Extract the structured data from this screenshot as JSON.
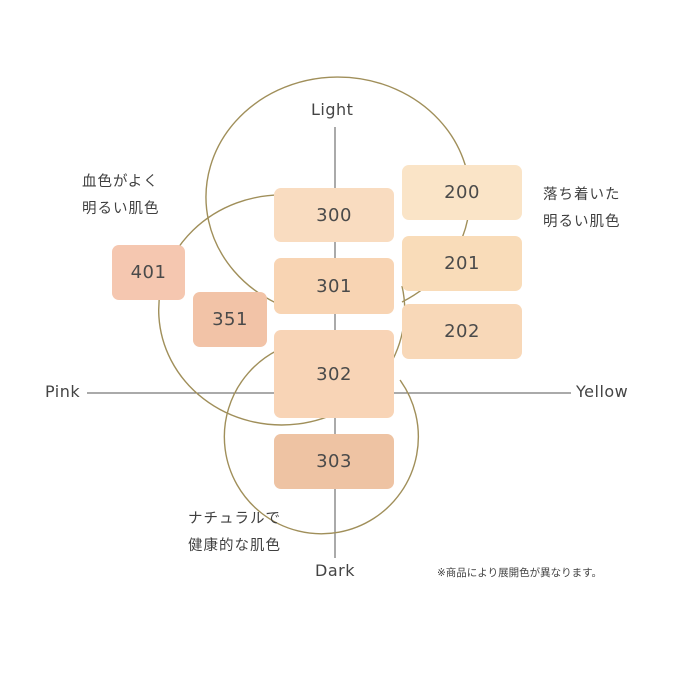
{
  "axes": {
    "top": "Light",
    "bottom": "Dark",
    "left": "Pink",
    "right": "Yellow"
  },
  "groups": {
    "pink": {
      "line1": "血色がよく",
      "line2": "明るい肌色"
    },
    "yellow": {
      "line1": "落ち着いた",
      "line2": "明るい肌色"
    },
    "natural": {
      "line1": "ナチュラルで",
      "line2": "健康的な肌色"
    }
  },
  "shades": [
    {
      "code": "401",
      "color": "#f5c7b0"
    },
    {
      "code": "351",
      "color": "#f2c3a7"
    },
    {
      "code": "300",
      "color": "#f9dcc0"
    },
    {
      "code": "301",
      "color": "#f8d4b3"
    },
    {
      "code": "302",
      "color": "#f8d4b6"
    },
    {
      "code": "303",
      "color": "#eec3a3"
    },
    {
      "code": "200",
      "color": "#fae4c7"
    },
    {
      "code": "201",
      "color": "#f9dcb9"
    },
    {
      "code": "202",
      "color": "#f8d8b8"
    }
  ],
  "circle_color": "#a08f5a",
  "axis_color": "#555555",
  "note": "※商品により展開色が異なります。"
}
